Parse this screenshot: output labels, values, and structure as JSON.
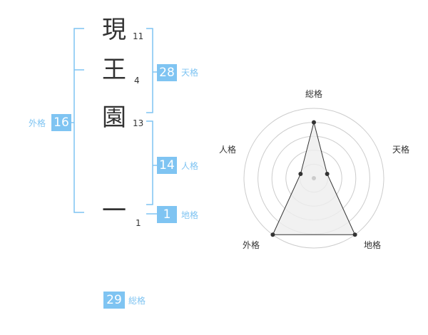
{
  "name": {
    "characters": [
      {
        "char": "現",
        "strokes": "11"
      },
      {
        "char": "王",
        "strokes": "4"
      },
      {
        "char": "園",
        "strokes": "13"
      },
      {
        "char": "一",
        "strokes": "1"
      }
    ]
  },
  "fortune": {
    "tenkaku": {
      "value": "28",
      "label": "天格"
    },
    "jinkaku": {
      "value": "14",
      "label": "人格"
    },
    "chikaku": {
      "value": "1",
      "label": "地格"
    },
    "gaikaku": {
      "value": "16",
      "label": "外格"
    },
    "soukaku": {
      "value": "29",
      "label": "総格"
    }
  },
  "colors": {
    "accent": "#7fc4f2",
    "text": "#333333",
    "grid": "#cccccc",
    "fill": "#eeeeee"
  },
  "chart_data": {
    "type": "radar",
    "axes": [
      "総格",
      "天格",
      "地格",
      "外格",
      "人格"
    ],
    "levels": 5,
    "values": [
      4,
      1,
      5,
      5,
      1
    ],
    "max": 5
  }
}
